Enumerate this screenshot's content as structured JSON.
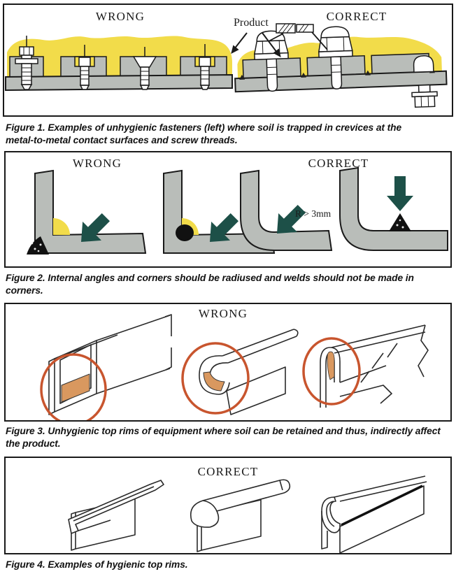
{
  "document": {
    "colors": {
      "product_fill": "#f2dc4a",
      "metal_gray": "#b9bdb9",
      "outline": "#1a1a1a",
      "arrow_green": "#1d5048",
      "highlight_circle": "#c8552e",
      "soil_fill": "#d9985f"
    },
    "figures": [
      {
        "id": "figure-1",
        "labels": {
          "wrong": "WRONG",
          "correct": "CORRECT"
        },
        "annotations": {
          "product": "Product"
        },
        "caption": "Figure 1. Examples of unhygienic fasteners (left) where soil is trapped in crevices at the metal-to-metal contact surfaces and screw threads."
      },
      {
        "id": "figure-2",
        "labels": {
          "wrong": "WRONG",
          "correct": "CORRECT"
        },
        "annotations": {
          "radius": "R > 3mm"
        },
        "caption": "Figure 2. Internal angles and corners should be radiused and welds should not be made in corners."
      },
      {
        "id": "figure-3",
        "labels": {
          "wrong": "WRONG"
        },
        "caption": "Figure 3. Unhygienic top rims of equipment where soil can be retained and thus, indirectly affect the product."
      },
      {
        "id": "figure-4",
        "labels": {
          "correct": "CORRECT"
        },
        "caption": "Figure 4. Examples of hygienic top rims."
      }
    ]
  }
}
